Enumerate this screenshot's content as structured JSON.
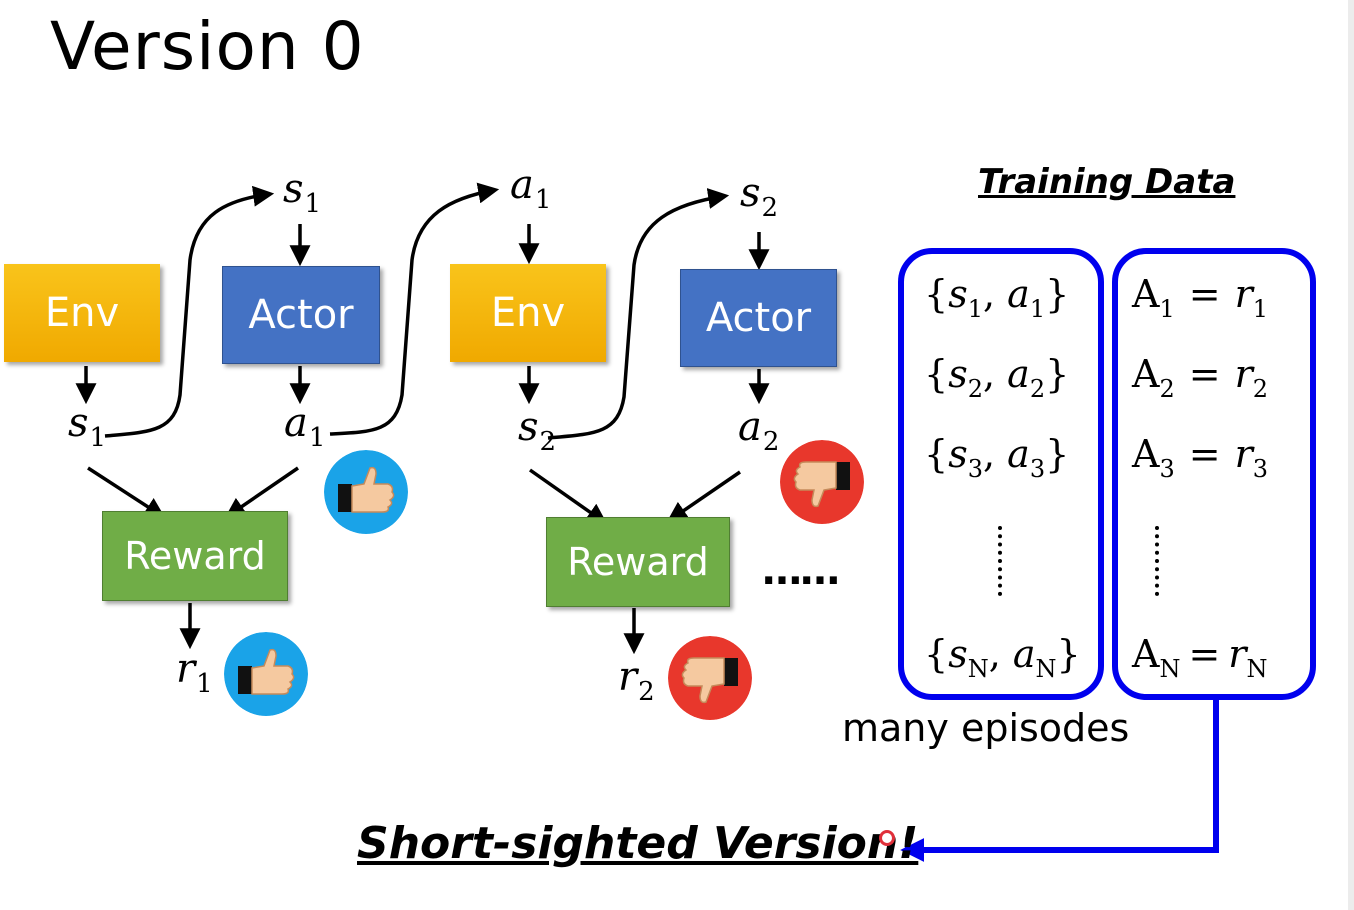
{
  "slide": {
    "title": "Version 0"
  },
  "boxes": {
    "env1": "Env",
    "actor1": "Actor",
    "env2": "Env",
    "actor2": "Actor",
    "reward1": "Reward",
    "reward2": "Reward"
  },
  "symbols": {
    "s1_top": {
      "base": "s",
      "sub": "1"
    },
    "a1_top": {
      "base": "a",
      "sub": "1"
    },
    "s2_top": {
      "base": "s",
      "sub": "2"
    },
    "s1_out": {
      "base": "s",
      "sub": "1"
    },
    "a1_out": {
      "base": "a",
      "sub": "1"
    },
    "s2_out": {
      "base": "s",
      "sub": "2"
    },
    "a2_out": {
      "base": "a",
      "sub": "2"
    },
    "r1": {
      "base": "r",
      "sub": "1"
    },
    "r2": {
      "base": "r",
      "sub": "2"
    }
  },
  "ellipsis": "……",
  "training_data": {
    "heading": "Training Data",
    "pairs": [
      {
        "s": "s",
        "s_sub": "1",
        "a": "a",
        "a_sub": "1"
      },
      {
        "s": "s",
        "s_sub": "2",
        "a": "a",
        "a_sub": "2"
      },
      {
        "s": "s",
        "s_sub": "3",
        "a": "a",
        "a_sub": "3"
      },
      {
        "s": "s",
        "s_sub": "N",
        "a": "a",
        "a_sub": "N"
      }
    ],
    "advantages": [
      {
        "A": "A",
        "A_sub": "1",
        "r": "r",
        "r_sub": "1"
      },
      {
        "A": "A",
        "A_sub": "2",
        "r": "r",
        "r_sub": "2"
      },
      {
        "A": "A",
        "A_sub": "3",
        "r": "r",
        "r_sub": "3"
      },
      {
        "A": "A",
        "A_sub": "N",
        "r": "r",
        "r_sub": "N"
      }
    ],
    "episodes_label": "many episodes"
  },
  "conclusion": "Short-sighted Version!",
  "icons": {
    "thumb_up": "thumbs-up-icon",
    "thumb_down": "thumbs-down-icon"
  },
  "colors": {
    "env": "#f5b70a",
    "actor": "#4472c4",
    "reward": "#70ad47",
    "frame": "#0000ee",
    "thumb_up_bg": "#1aa3e8",
    "thumb_down_bg": "#e8372c"
  }
}
